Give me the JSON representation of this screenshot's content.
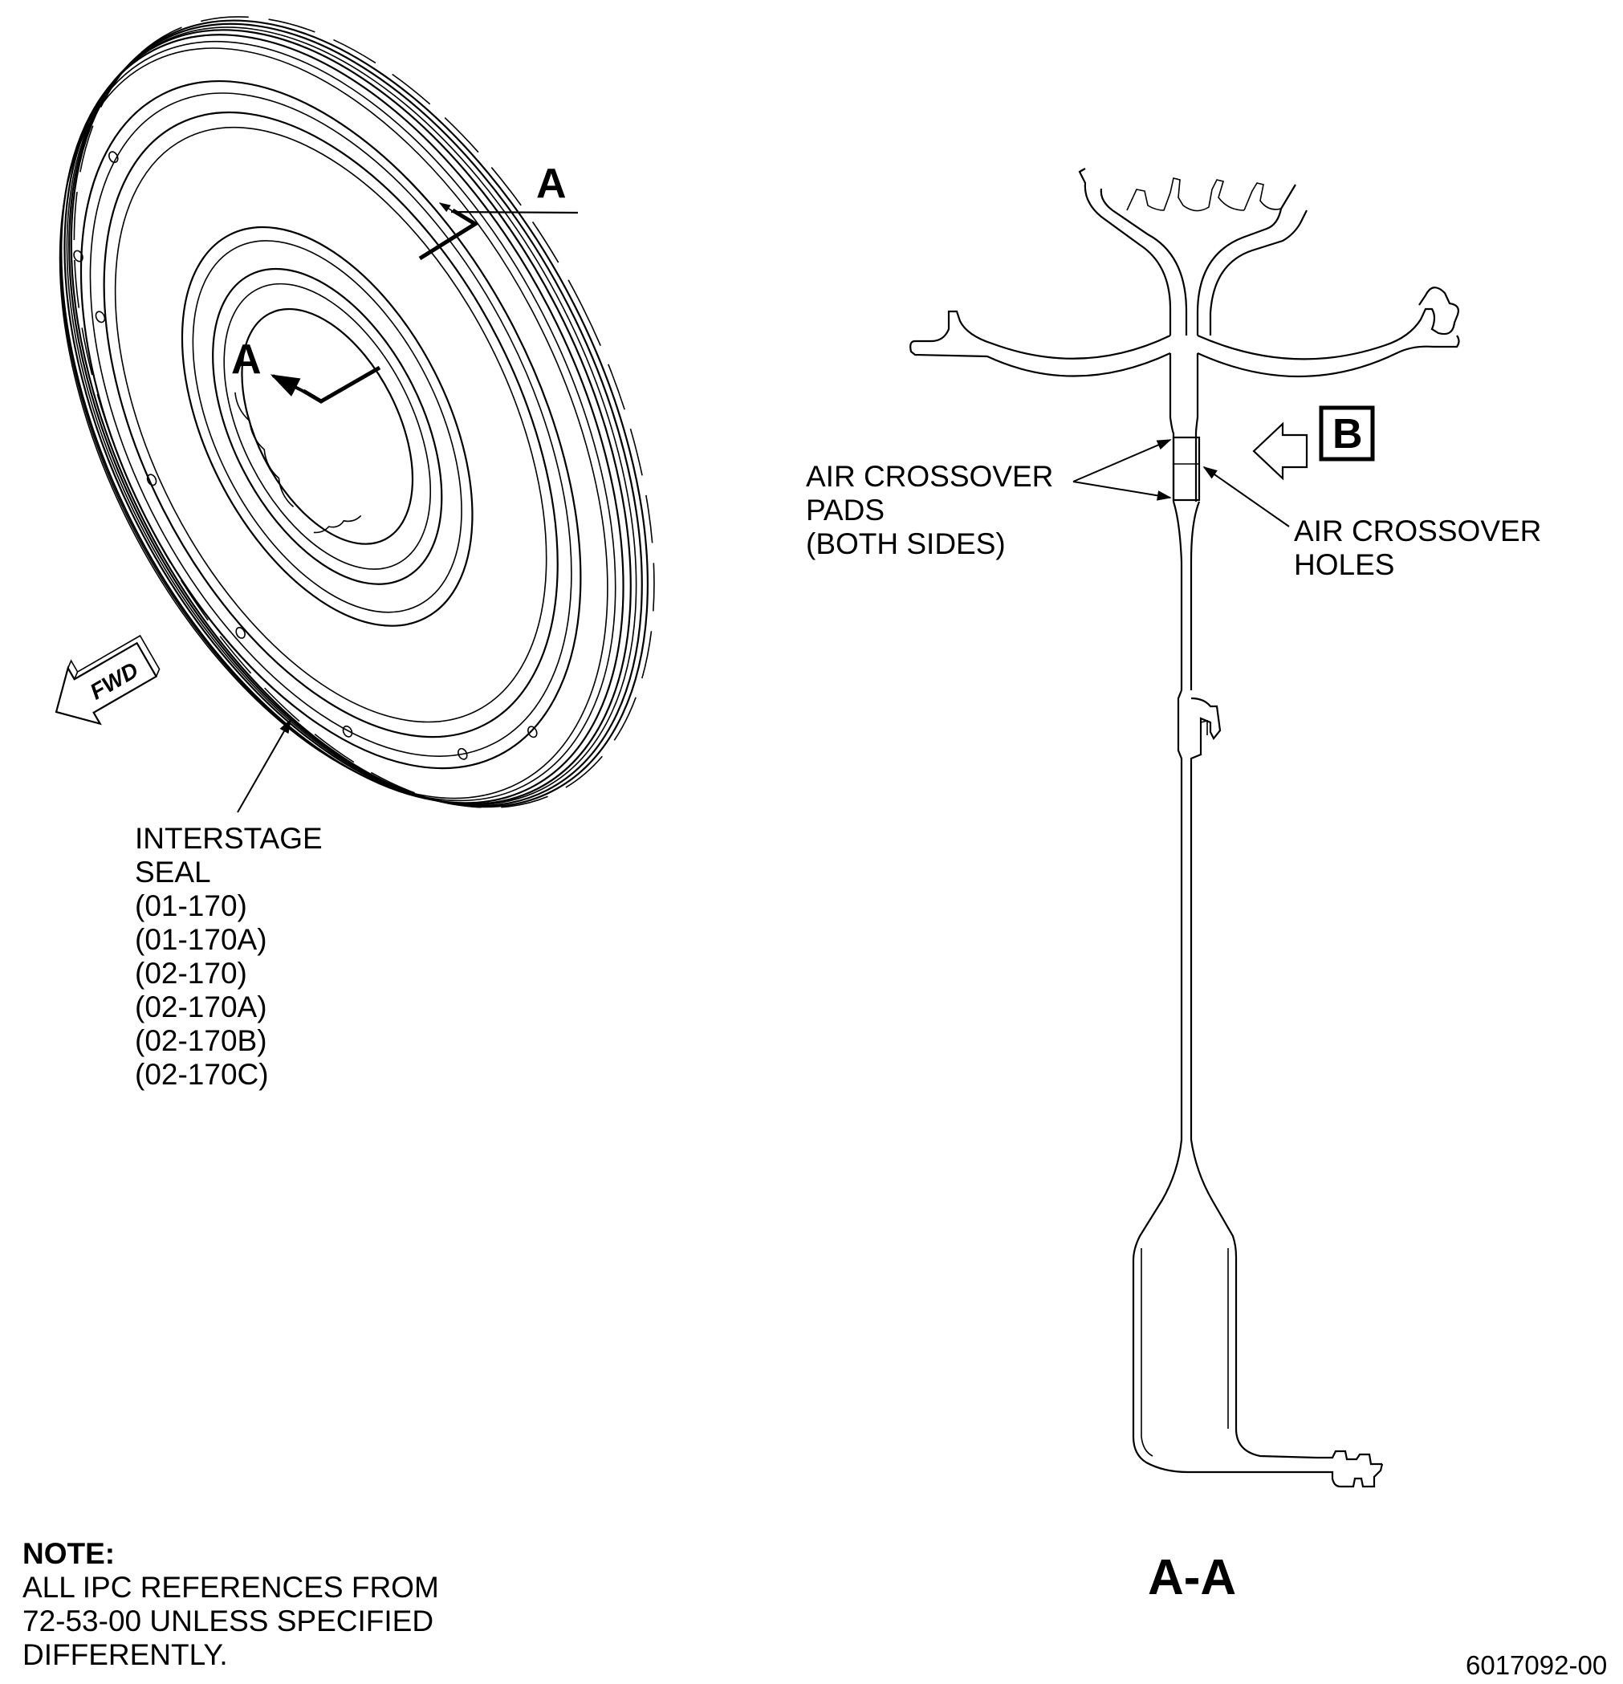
{
  "section_marker": "A",
  "view_marker": "A",
  "fwd_label": "FWD",
  "detail_label": "B",
  "section_title": "A-A",
  "callouts": {
    "seal": [
      "INTERSTAGE",
      "SEAL",
      "(01-170)",
      "(01-170A)",
      "(02-170)",
      "(02-170A)",
      "(02-170B)",
      "(02-170C)"
    ],
    "pads": [
      "AIR CROSSOVER",
      "PADS",
      "(BOTH SIDES)"
    ],
    "holes": [
      "AIR CROSSOVER",
      "HOLES"
    ]
  },
  "note": {
    "heading": "NOTE:",
    "lines": [
      "ALL IPC REFERENCES FROM",
      "72-53-00 UNLESS SPECIFIED",
      "DIFFERENTLY."
    ]
  },
  "figure_id": "6017092-00",
  "icons": [
    "fwd-arrow-icon",
    "view-arrow-icon",
    "section-arrow-icon"
  ]
}
